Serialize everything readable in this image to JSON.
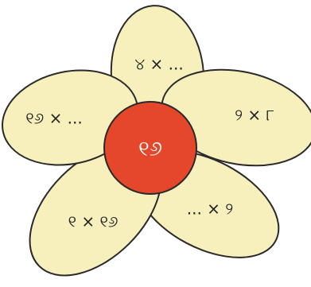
{
  "colors": {
    "petal_fill": "#f7f0bd",
    "petal_stroke": "#2a2a2a",
    "center_fill": "#e5472a",
    "center_stroke": "#2a2a2a",
    "text": "#222222",
    "center_text": "#ffffff"
  },
  "center": {
    "label": "୧୬"
  },
  "petals": [
    {
      "label": "୪ × ..."
    },
    {
      "label": "୨ × ୮"
    },
    {
      "label": "... × ୨"
    },
    {
      "label": "୧ × ୧୬"
    },
    {
      "label": "୧୬ × ..."
    }
  ]
}
